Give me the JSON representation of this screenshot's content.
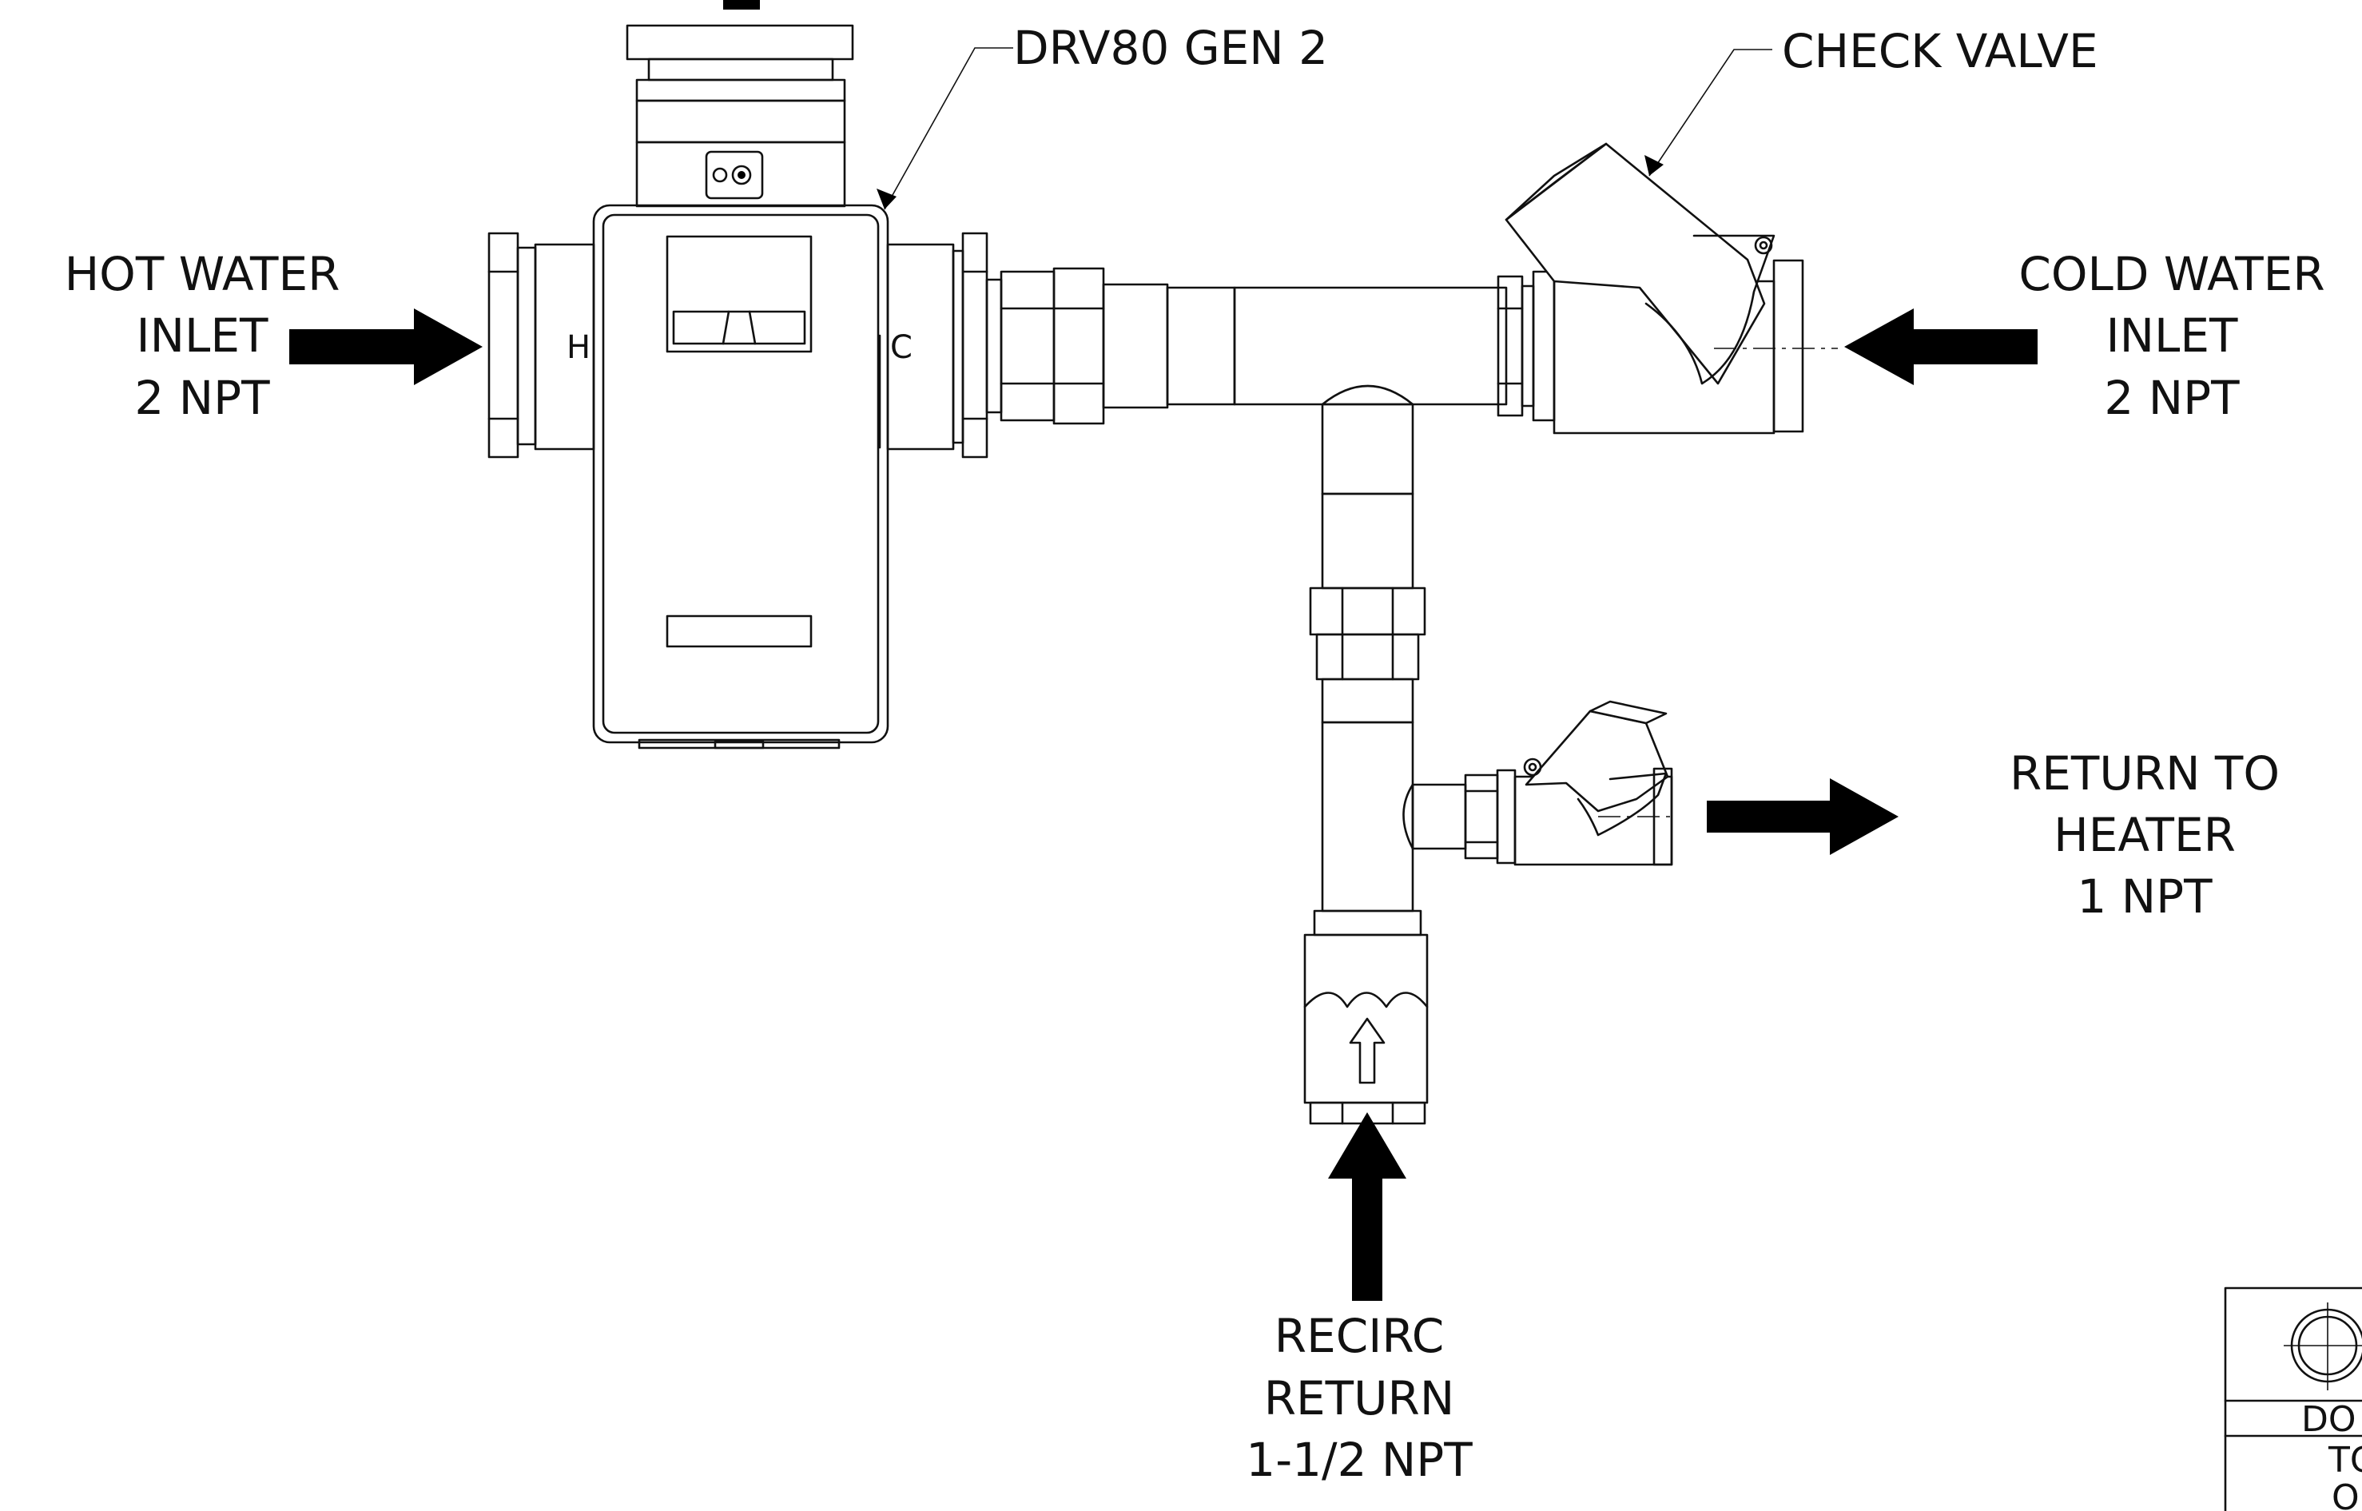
{
  "callouts": {
    "mixing_valve": "DRV80 GEN 2",
    "check_valve": "CHECK VALVE"
  },
  "ports": {
    "hot_inlet": [
      "HOT WATER",
      "INLET",
      "2 NPT"
    ],
    "cold_inlet": [
      "COLD WATER",
      "INLET",
      "2 NPT"
    ],
    "return_heater": [
      "RETURN TO",
      "HEATER",
      "1 NPT"
    ],
    "recirc_return": [
      "RECIRC",
      "RETURN",
      "1-1/2 NPT"
    ]
  },
  "valve_marks": {
    "hot": "H",
    "cold": "C"
  },
  "title_block": {
    "row1": "DO",
    "row2": "TO",
    "row3": "O"
  }
}
